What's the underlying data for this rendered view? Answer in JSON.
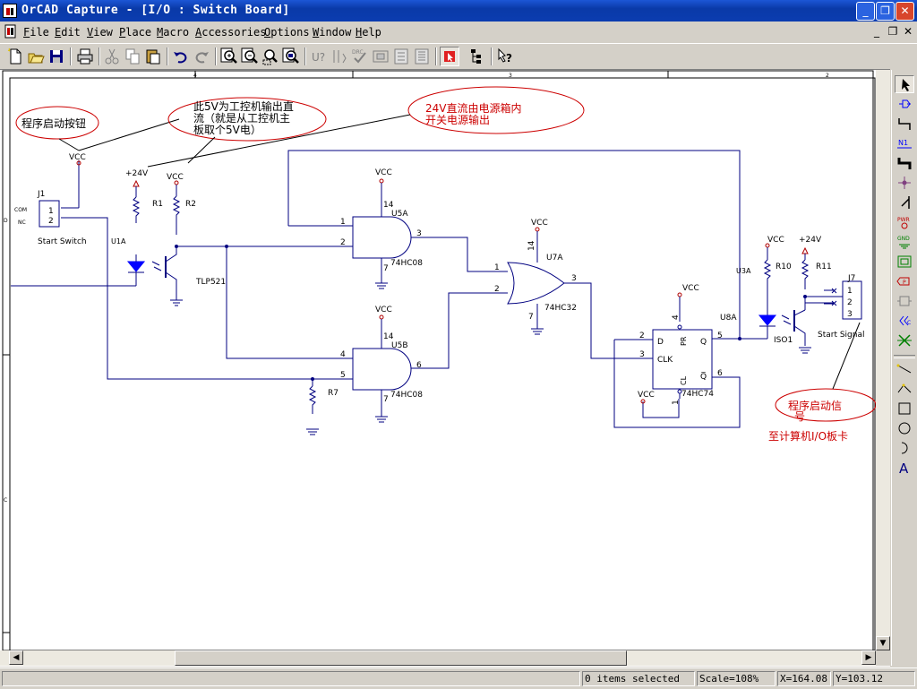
{
  "window": {
    "title": "OrCAD Capture - [I/O : Switch Board]",
    "controls": {
      "minimize": "_",
      "maximize": "❐",
      "close": "✕"
    }
  },
  "menu": {
    "items": [
      {
        "label": "File",
        "key": "F",
        "rest": "ile"
      },
      {
        "label": "Edit",
        "key": "E",
        "rest": "dit"
      },
      {
        "label": "View",
        "key": "V",
        "rest": "iew"
      },
      {
        "label": "Place",
        "key": "P",
        "rest": "lace"
      },
      {
        "label": "Macro",
        "key": "M",
        "rest": "acro"
      },
      {
        "label": "Accessories",
        "key": "A",
        "rest": "ccessories"
      },
      {
        "label": "Options",
        "key": "O",
        "rest": "ptions"
      },
      {
        "label": "Window",
        "key": "W",
        "rest": "indow"
      },
      {
        "label": "Help",
        "key": "H",
        "rest": "elp"
      }
    ],
    "mdi": {
      "minimize": "_",
      "restore": "❐",
      "close": "✕"
    }
  },
  "toolbar": {
    "buttons": [
      "new-icon",
      "open-icon",
      "save-icon",
      "print-icon",
      "cut-icon",
      "copy-icon",
      "paste-icon",
      "undo-icon",
      "redo-icon",
      "zoom-in-icon",
      "zoom-out-icon",
      "zoom-area-icon",
      "zoom-all-icon",
      "annotate-icon",
      "back-annotate-icon",
      "drc-icon",
      "netlist-icon",
      "cross-ref-icon",
      "bom-icon",
      "snap-grid-icon",
      "project-manager-icon",
      "help-icon"
    ]
  },
  "ruler": {
    "top": [
      "4",
      "3",
      "2"
    ],
    "left": [
      "D",
      "C"
    ]
  },
  "schematic": {
    "notes": {
      "start_button": "程序启动按钮",
      "dc5v_line1": "此5V为工控机输出直",
      "dc5v_line2": "流（就是从工控机主",
      "dc5v_line3": "板取个5V电）",
      "dc24v_line1": "24V直流由电源箱内",
      "dc24v_line2": "开关电源输出",
      "signal_line1": "程序启动信",
      "signal_line2": "号",
      "to_io_card": "至计算机I/O板卡"
    },
    "power": {
      "vcc": "VCC",
      "plus24v": "+24V"
    },
    "parts": {
      "j1": "J1",
      "j1_value": "Start Switch",
      "j1_pin1": "1",
      "j1_pin2": "2",
      "j1_com": "COM",
      "j1_nc": "NC",
      "r1": "R1",
      "r2": "R2",
      "r7": "R7",
      "r10": "R10",
      "r11": "R11",
      "u1a": "U1A",
      "tlp521": "TLP521",
      "u5a": "U5A",
      "u5b": "U5B",
      "hc08": "74HC08",
      "u7a": "U7A",
      "hc32": "74HC32",
      "u8a": "U8A",
      "hc74": "74HC74",
      "u3a": "U3A",
      "iso1": "ISO1",
      "j7": "J7",
      "j7_value": "Start Signal",
      "j7_pin1": "1",
      "j7_pin2": "2",
      "j7_pin3": "3"
    },
    "pins": {
      "u5a_in1": "1",
      "u5a_in2": "2",
      "u5a_out": "3",
      "u5a_vcc": "14",
      "u5a_gnd": "7",
      "u5b_in1": "4",
      "u5b_in2": "5",
      "u5b_out": "6",
      "u5b_vcc": "14",
      "u5b_gnd": "7",
      "u7a_in1": "1",
      "u7a_in2": "2",
      "u7a_out": "3",
      "u7a_vcc": "14",
      "u7a_gnd": "7",
      "ff_d_pin": "2",
      "ff_clk_pin": "3",
      "ff_q_pin": "5",
      "ff_qn_pin": "6",
      "ff_pr_pin": "4",
      "ff_cl_pin": "1",
      "ff_d": "D",
      "ff_clk": "CLK",
      "ff_q": "Q",
      "ff_qn": "Q̅",
      "ff_pr": "PR",
      "ff_cl": "CL"
    }
  },
  "statusbar": {
    "selection": "0 items selected",
    "scale": "Scale=108%",
    "x": "X=164.08",
    "y": "Y=103.12"
  },
  "colors": {
    "wire": "#000080",
    "part": "#000080",
    "note": "#cc0000",
    "pin_text": "#000000",
    "power_pin": "#b00000",
    "led": "#0000ff"
  }
}
